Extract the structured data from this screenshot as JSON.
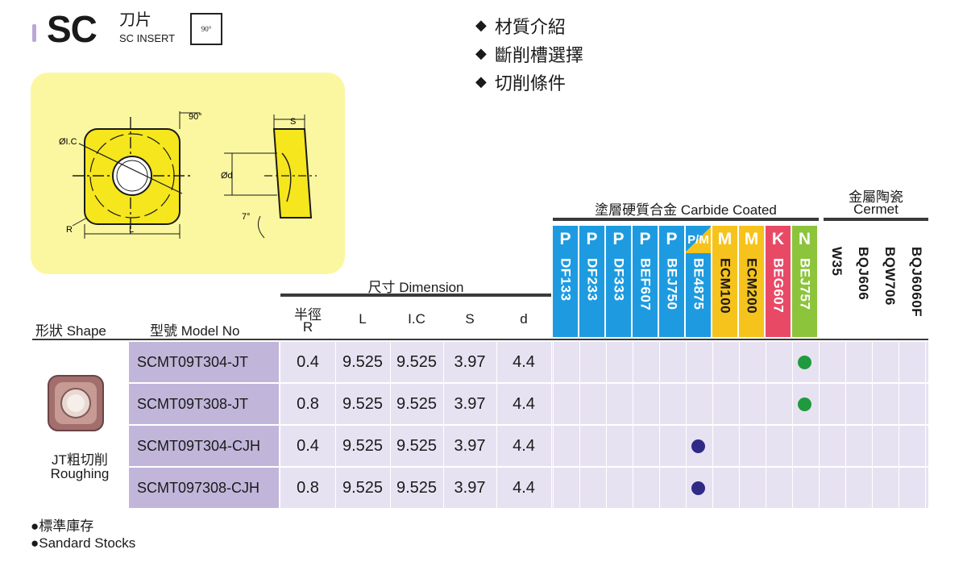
{
  "header": {
    "code": "SC",
    "name_zh": "刀片",
    "name_en": "SC INSERT",
    "angle": "90°"
  },
  "links": [
    {
      "label": "材質介紹"
    },
    {
      "label": "斷削槽選擇"
    },
    {
      "label": "切削條件"
    }
  ],
  "diagram": {
    "angle_top": "90°",
    "ic_label": "ØI.C",
    "r_label": "R",
    "l_label": "L",
    "s_label": "S",
    "d_label": "Ød",
    "angle_side": "7°"
  },
  "groups": {
    "carbide": "塗層硬質合金 Carbide Coated",
    "cermet_zh": "金屬陶瓷",
    "cermet_en": "Cermet",
    "dimension": "尺寸 Dimension"
  },
  "columns": {
    "shape": "形狀 Shape",
    "model": "型號 Model No",
    "r_zh": "半徑",
    "r_en": "R",
    "l": "L",
    "ic": "I.C",
    "s": "S",
    "d": "d"
  },
  "grades": [
    {
      "letter": "P",
      "name": "DF133",
      "color": "#1e9be0"
    },
    {
      "letter": "P",
      "name": "DF233",
      "color": "#1e9be0"
    },
    {
      "letter": "P",
      "name": "DF333",
      "color": "#1e9be0"
    },
    {
      "letter": "P",
      "name": "BEF607",
      "color": "#1e9be0"
    },
    {
      "letter": "P",
      "name": "BEJ750",
      "color": "#1e9be0"
    },
    {
      "letter": "P/M",
      "name": "BE4875",
      "color": "#1e9be0"
    },
    {
      "letter": "M",
      "name": "ECM100",
      "color": "#f6c21c"
    },
    {
      "letter": "M",
      "name": "ECM200",
      "color": "#f6c21c"
    },
    {
      "letter": "K",
      "name": "BEG607",
      "color": "#e84a66"
    },
    {
      "letter": "N",
      "name": "BEJ757",
      "color": "#8cc43c"
    }
  ],
  "cermet_grades": [
    "W35",
    "BQJ606",
    "BQW706",
    "BQJ6060F"
  ],
  "shape_label": {
    "zh": "JT粗切削",
    "en": "Roughing"
  },
  "rows": [
    {
      "model": "SCMT09T304-JT",
      "r": "0.4",
      "l": "9.525",
      "ic": "9.525",
      "s": "3.97",
      "d": "4.4",
      "stock_grade": 9,
      "dot_color": "#1f9a3e"
    },
    {
      "model": "SCMT09T308-JT",
      "r": "0.8",
      "l": "9.525",
      "ic": "9.525",
      "s": "3.97",
      "d": "4.4",
      "stock_grade": 9,
      "dot_color": "#1f9a3e"
    },
    {
      "model": "SCMT09T304-CJH",
      "r": "0.4",
      "l": "9.525",
      "ic": "9.525",
      "s": "3.97",
      "d": "4.4",
      "stock_grade": 5,
      "dot_color": "#2f2a86"
    },
    {
      "model": "SCMT097308-CJH",
      "r": "0.8",
      "l": "9.525",
      "ic": "9.525",
      "s": "3.97",
      "d": "4.4",
      "stock_grade": 5,
      "dot_color": "#2f2a86"
    }
  ],
  "legend": {
    "zh": "●標準庫存",
    "en": "●Sandard Stocks"
  }
}
